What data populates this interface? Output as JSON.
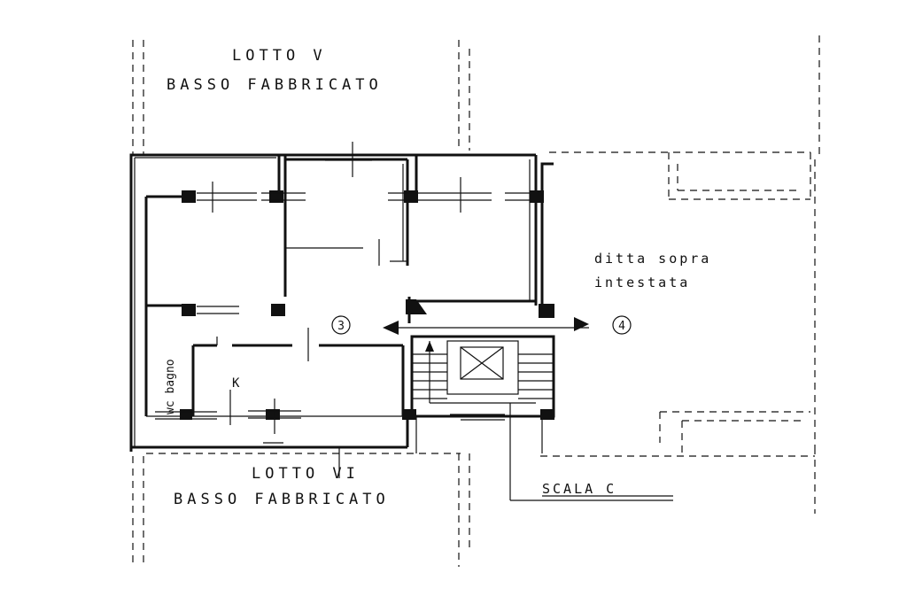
{
  "labels": {
    "lot_top_title": "LOTTO   V",
    "lot_top_sub": "BASSO  FABBRICATO",
    "lot_bottom_title": "LOTTO  VI",
    "lot_bottom_sub": "BASSO   FABBRICATO",
    "owner_line1": "ditta  sopra",
    "owner_line2": "intestata",
    "unit_3": "3",
    "unit_4": "4",
    "room_k": "K",
    "room_wc": "wc bagno",
    "stair": "SCALA  C"
  }
}
